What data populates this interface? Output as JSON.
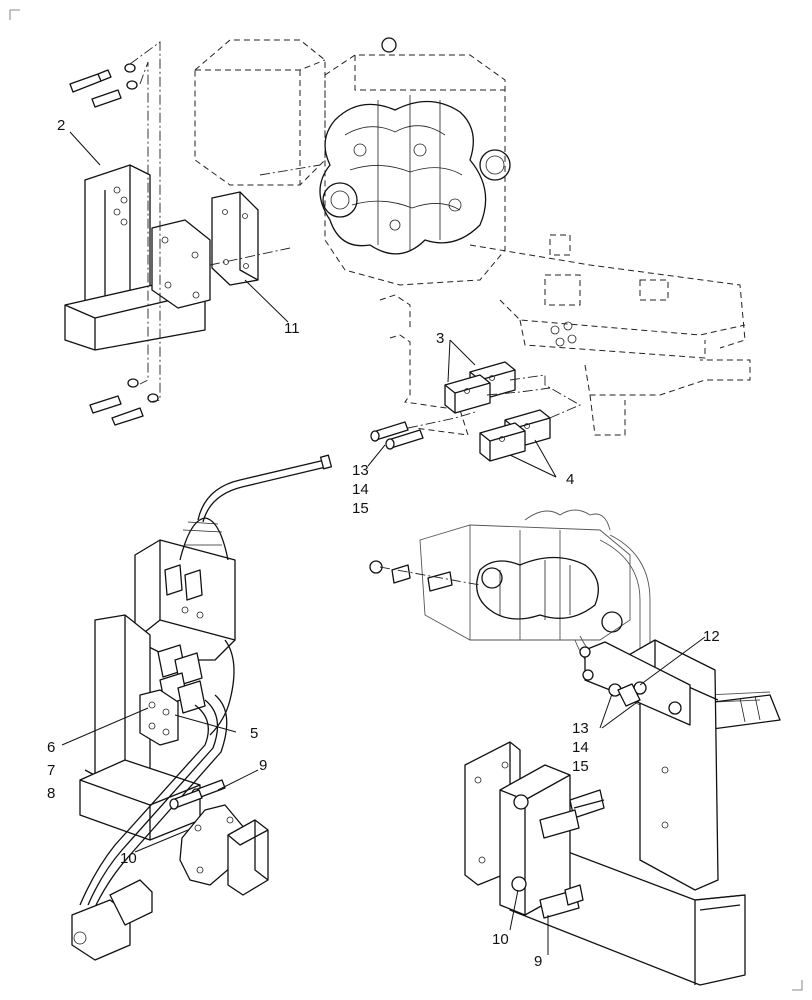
{
  "callouts": [
    {
      "id": "c2",
      "text": "2"
    },
    {
      "id": "c11",
      "text": "11"
    },
    {
      "id": "c3",
      "text": "3"
    },
    {
      "id": "c4",
      "text": "4"
    },
    {
      "id": "c13a",
      "text": "13"
    },
    {
      "id": "c14a",
      "text": "14"
    },
    {
      "id": "c15a",
      "text": "15"
    },
    {
      "id": "c12",
      "text": "12"
    },
    {
      "id": "c13b",
      "text": "13"
    },
    {
      "id": "c14b",
      "text": "14"
    },
    {
      "id": "c15b",
      "text": "15"
    },
    {
      "id": "c5",
      "text": "5"
    },
    {
      "id": "c6",
      "text": "6"
    },
    {
      "id": "c7",
      "text": "7"
    },
    {
      "id": "c8",
      "text": "8"
    },
    {
      "id": "c9a",
      "text": "9"
    },
    {
      "id": "c10a",
      "text": "10"
    },
    {
      "id": "c10b",
      "text": "10"
    },
    {
      "id": "c9b",
      "text": "9"
    }
  ]
}
